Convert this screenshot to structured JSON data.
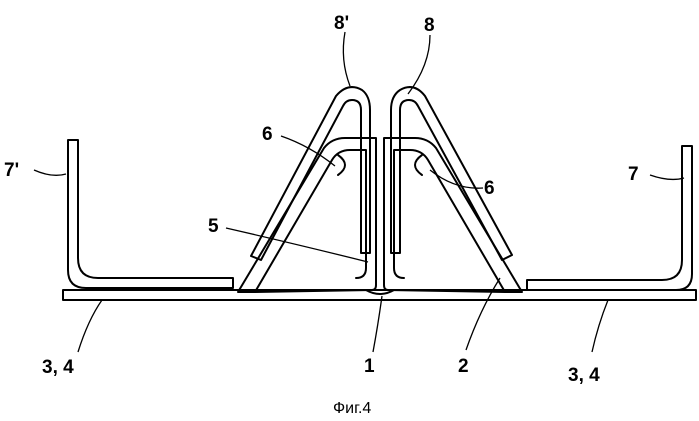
{
  "figure": {
    "caption": "Фиг.4",
    "labels": {
      "l8p": "8'",
      "l8": "8",
      "l6a": "6",
      "l6b": "6",
      "l7p": "7'",
      "l7": "7",
      "l5": "5",
      "l1": "1",
      "l2": "2",
      "l34a": "3, 4",
      "l34b": "3, 4"
    }
  }
}
